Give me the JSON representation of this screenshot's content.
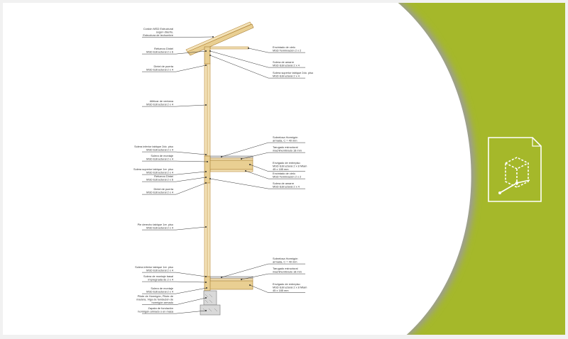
{
  "colors": {
    "background": "#f1f1f1",
    "panel": "#ffffff",
    "accent": "#a5b82a",
    "shadow": "#b9b9b9",
    "icon": "#ffffff"
  },
  "icon": {
    "name": "document-3d-box-icon"
  },
  "labels_left": [
    {
      "id": "cover",
      "lines": [
        "Cordón MSD Estructural",
        "según diseño,",
        "Estructura de techumbre"
      ]
    },
    {
      "id": "reinforce_lintel_top",
      "lines": [
        "Refuerzo Dintel",
        "MSD Estructural 2 x 6"
      ]
    },
    {
      "id": "door_lintel_top",
      "lines": [
        "Dintel de puerta",
        "MSD Estructural 2 x 4"
      ]
    },
    {
      "id": "window_sill",
      "lines": [
        "Alféizar de ventana",
        "MSD Estructural 2 x 4"
      ]
    },
    {
      "id": "lower_plate_2nd",
      "lines": [
        "Solera inferior tabique 2do. piso",
        "MSD Estructural 2 x 4"
      ]
    },
    {
      "id": "mounting_plate_top",
      "lines": [
        "Solera de montaje",
        "MSD Estructural 2 x 4"
      ]
    },
    {
      "id": "upper_plate_1st",
      "lines": [
        "Solera superior tabique 1er. piso",
        "MSD Estructural 2 x 4"
      ]
    },
    {
      "id": "reinforce_lintel_mid",
      "lines": [
        "Refuerzo Dintel",
        "MSD Estructural 2 x 6"
      ]
    },
    {
      "id": "door_lintel_mid",
      "lines": [
        "Dintel de puerta",
        "MSD Estructural 2 x 4"
      ]
    },
    {
      "id": "stud_1st",
      "lines": [
        "Pie derecho tabique 1er. piso",
        "MSD Estructural 2 x 4"
      ]
    },
    {
      "id": "lower_plate_1st",
      "lines": [
        "Solera inferior tabique 1er. piso",
        "MSD Estructural 2 x 4"
      ]
    },
    {
      "id": "base_plate",
      "lines": [
        "Solera de montaje basal",
        "impregnada de 2 x 4"
      ]
    },
    {
      "id": "mounting_plate_bottom",
      "lines": [
        "Solera de montaje",
        "MSD Estructural 2 x 4"
      ]
    },
    {
      "id": "foundation_wall",
      "lines": [
        "Pilote de Hormigón, Pilote de",
        "madera, Viga de fundación de",
        "hormigón armado"
      ]
    },
    {
      "id": "footing",
      "lines": [
        "Zapata de fundación",
        "hormigón armado o en masa"
      ]
    }
  ],
  "labels_right": [
    {
      "id": "ceiling_lining",
      "lines": [
        "Encintado de cielo",
        "MSD Terminación 2 x 2"
      ]
    },
    {
      "id": "tie_plate_top",
      "lines": [
        "Solera de amarre",
        "MSD Estructural 2 x 4"
      ]
    },
    {
      "id": "upper_plate_2nd",
      "lines": [
        "Solera superior tabique 2do. piso",
        "MSD Estructural 2 x 4"
      ]
    },
    {
      "id": "screed_top",
      "lines": [
        "Sobrelosa Hormigón",
        "armada, C =   40 mm"
      ]
    },
    {
      "id": "subfloor_top",
      "lines": [
        "Tarugado estructural",
        "machihembrado 18 mm"
      ]
    },
    {
      "id": "floor_joist_top",
      "lines": [
        "Envigado de entrepiso",
        "MSD Estructural   2 x 8 Mlam",
        "45 x 185 mm"
      ]
    },
    {
      "id": "ceiling_lining_mid",
      "lines": [
        "Encintado de cielo",
        "MSD Terminación 2 x 2"
      ]
    },
    {
      "id": "tie_plate_mid",
      "lines": [
        "Solera de amarre",
        "MSD Estructural 2 x 4"
      ]
    },
    {
      "id": "screed_bottom",
      "lines": [
        "Sobrelosa Hormigón",
        "armada, C =   40 mm"
      ]
    },
    {
      "id": "subfloor_bottom",
      "lines": [
        "Tarugado estructural",
        "machihembrado 18 mm"
      ]
    },
    {
      "id": "floor_joist_bottom",
      "lines": [
        "Envigado de entrepiso",
        "MSD Estructural   2 x 8 Mlam",
        "45 x 185 mm"
      ]
    }
  ]
}
